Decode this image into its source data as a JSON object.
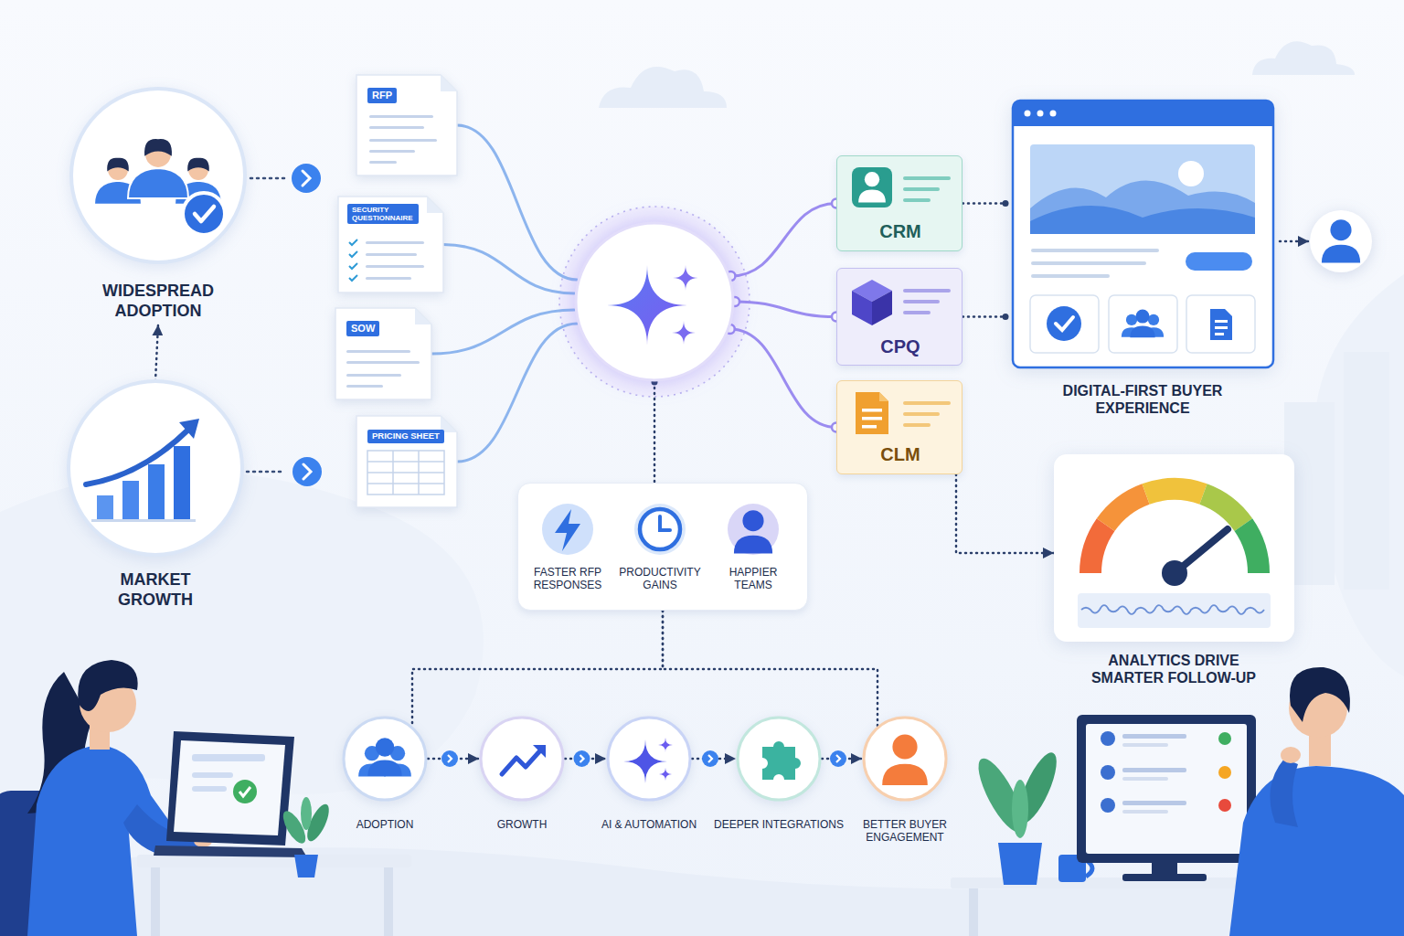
{
  "diagram": {
    "nodes": [
      {
        "text": [
          "WIDESPREAD ADOPTION"
        ]
      },
      {
        "text": [
          "MARKET GROWTH"
        ]
      },
      {
        "text": [
          "RFP"
        ]
      },
      {
        "text": [
          "SECURITY QUESTIONNAIRE"
        ]
      },
      {
        "text": [
          "SOW"
        ]
      },
      {
        "text": [
          "PRICING SHEET"
        ]
      },
      {
        "text": []
      },
      {
        "text": [
          "CRM"
        ]
      },
      {
        "text": [
          "CPQ"
        ]
      },
      {
        "text": [
          "CLM"
        ]
      },
      {
        "text": [
          "DIGITAL-FIRST BUYER EXPERIENCE"
        ]
      },
      {
        "text": []
      },
      {
        "text": [
          "FASTER RFP RESPONSES",
          "PRODUCTIVITY GAINS",
          "HAPPIER TEAMS"
        ]
      },
      {
        "text": [
          "ANALYTICS DRIVE SMARTER FOLLOW-UP"
        ]
      },
      {
        "text": [
          "ADOPTION"
        ]
      },
      {
        "text": [
          "GROWTH"
        ]
      },
      {
        "text": [
          "AI & AUTOMATION"
        ]
      },
      {
        "text": [
          "DEEPER INTEGRATIONS"
        ]
      },
      {
        "text": [
          "BETTER BUYER ENGAGEMENT"
        ]
      }
    ],
    "edges": [
      {
        "from": 1,
        "to": 0,
        "arrow": "to"
      },
      {
        "from": 2,
        "to": 6,
        "arrow": "none"
      },
      {
        "from": 3,
        "to": 6,
        "arrow": "none"
      },
      {
        "from": 4,
        "to": 6,
        "arrow": "none"
      },
      {
        "from": 5,
        "to": 6,
        "arrow": "none"
      },
      {
        "from": 6,
        "to": 7,
        "arrow": "none"
      },
      {
        "from": 6,
        "to": 8,
        "arrow": "none"
      },
      {
        "from": 6,
        "to": 9,
        "arrow": "none"
      },
      {
        "from": 7,
        "to": 10,
        "arrow": "none"
      },
      {
        "from": 8,
        "to": 10,
        "arrow": "none"
      },
      {
        "from": 10,
        "to": 11,
        "arrow": "to"
      },
      {
        "from": 9,
        "to": 13,
        "arrow": "to"
      },
      {
        "from": 6,
        "to": 12,
        "arrow": "none"
      },
      {
        "from": 12,
        "to": 14,
        "arrow": "none"
      },
      {
        "from": 12,
        "to": 18,
        "arrow": "none"
      },
      {
        "from": 14,
        "to": 15,
        "arrow": "to"
      },
      {
        "from": 15,
        "to": 16,
        "arrow": "to"
      },
      {
        "from": 16,
        "to": 17,
        "arrow": "to"
      },
      {
        "from": 17,
        "to": 18,
        "arrow": "to"
      }
    ]
  }
}
